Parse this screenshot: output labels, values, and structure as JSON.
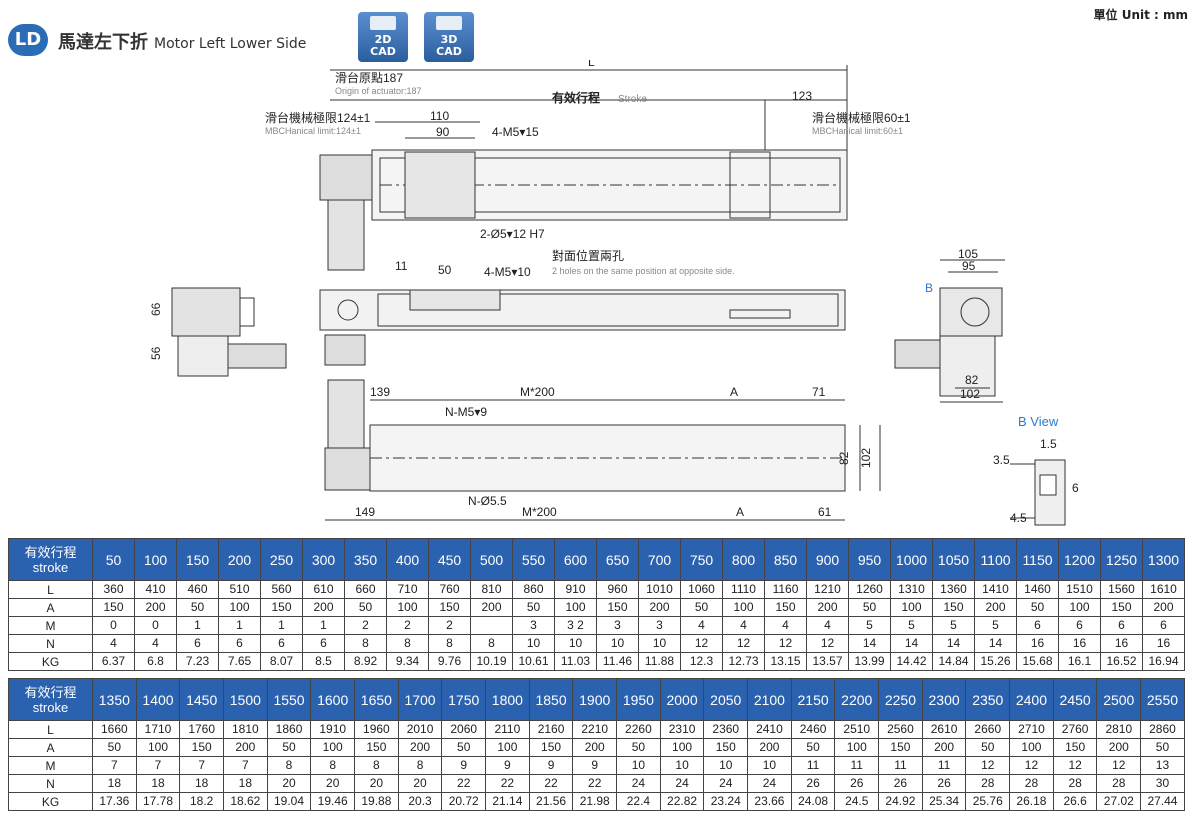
{
  "header": {
    "badge": "LD",
    "title_zh": "馬達左下折",
    "title_en": "Motor Left Lower Side",
    "cad2": [
      "2D",
      "CAD"
    ],
    "cad3": [
      "3D",
      "CAD"
    ],
    "unit": "單位 Unit : mm"
  },
  "drawing": {
    "L": "L",
    "origin_zh": "滑台原點187",
    "origin_en": "Origin of actuator:187",
    "stroke_zh": "有效行程",
    "stroke_en": "Stroke",
    "d123": "123",
    "mech_left_zh": "滑台機械極限124±1",
    "mech_left_en": "MBCHanical limit:124±1",
    "mech_right_zh": "滑台機械極限60±1",
    "mech_right_en": "MBCHanical limit:60±1",
    "d110": "110",
    "d90": "90",
    "m5x15": "4-M5▾15",
    "phi5": "2-Ø5▾12 H7",
    "opp_zh": "對面位置兩孔",
    "opp_en": "2 holes on the same position at opposite side.",
    "d11": "11",
    "d50": "50",
    "m5x10": "4-M5▾10",
    "d66": "66",
    "d56": "56",
    "d105": "105",
    "d95": "95",
    "b_label": "B",
    "d82": "82",
    "d102": "102",
    "d139": "139",
    "m200": "M*200",
    "a_label": "A",
    "d71": "71",
    "nm5": "N-M5▾9",
    "d82b": "82",
    "d102b": "102",
    "d149": "149",
    "nphi": "N-Ø5.5",
    "m200b": "M*200",
    "a_label_b": "A",
    "d61": "61",
    "bview": "B View",
    "d1_5": "1.5",
    "d3_5": "3.5",
    "d6": "6",
    "d4_5": "4.5"
  },
  "table1": {
    "header_zh": "有效行程",
    "header_en": "stroke",
    "strokes": [
      "50",
      "100",
      "150",
      "200",
      "250",
      "300",
      "350",
      "400",
      "450",
      "500",
      "550",
      "600",
      "650",
      "700",
      "750",
      "800",
      "850",
      "900",
      "950",
      "1000",
      "1050",
      "1100",
      "1150",
      "1200",
      "1250",
      "1300"
    ],
    "rows": [
      {
        "label": "L",
        "values": [
          "360",
          "410",
          "460",
          "510",
          "560",
          "610",
          "660",
          "710",
          "760",
          "810",
          "860",
          "910",
          "960",
          "1010",
          "1060",
          "1110",
          "1160",
          "1210",
          "1260",
          "1310",
          "1360",
          "1410",
          "1460",
          "1510",
          "1560",
          "1610"
        ]
      },
      {
        "label": "A",
        "values": [
          "150",
          "200",
          "50",
          "100",
          "150",
          "200",
          "50",
          "100",
          "150",
          "200",
          "50",
          "100",
          "150",
          "200",
          "50",
          "100",
          "150",
          "200",
          "50",
          "100",
          "150",
          "200",
          "50",
          "100",
          "150",
          "200"
        ]
      },
      {
        "label": "M",
        "values": [
          "0",
          "0",
          "1",
          "1",
          "1",
          "1",
          "2",
          "2",
          "2",
          "",
          "3",
          "3 2",
          "3",
          "3",
          "4",
          "4",
          "4",
          "4",
          "5",
          "5",
          "5",
          "5",
          "6",
          "6",
          "6",
          "6"
        ]
      },
      {
        "label": "N",
        "values": [
          "4",
          "4",
          "6",
          "6",
          "6",
          "6",
          "8",
          "8",
          "8",
          "8",
          "10",
          "10",
          "10",
          "10",
          "12",
          "12",
          "12",
          "12",
          "14",
          "14",
          "14",
          "14",
          "16",
          "16",
          "16",
          "16"
        ]
      },
      {
        "label": "KG",
        "values": [
          "6.37",
          "6.8",
          "7.23",
          "7.65",
          "8.07",
          "8.5",
          "8.92",
          "9.34",
          "9.76",
          "10.19",
          "10.61",
          "11.03",
          "11.46",
          "11.88",
          "12.3",
          "12.73",
          "13.15",
          "13.57",
          "13.99",
          "14.42",
          "14.84",
          "15.26",
          "15.68",
          "16.1",
          "16.52",
          "16.94"
        ]
      }
    ]
  },
  "table2": {
    "header_zh": "有效行程",
    "header_en": "stroke",
    "strokes": [
      "1350",
      "1400",
      "1450",
      "1500",
      "1550",
      "1600",
      "1650",
      "1700",
      "1750",
      "1800",
      "1850",
      "1900",
      "1950",
      "2000",
      "2050",
      "2100",
      "2150",
      "2200",
      "2250",
      "2300",
      "2350",
      "2400",
      "2450",
      "2500",
      "2550"
    ],
    "rows": [
      {
        "label": "L",
        "values": [
          "1660",
          "1710",
          "1760",
          "1810",
          "1860",
          "1910",
          "1960",
          "2010",
          "2060",
          "2110",
          "2160",
          "2210",
          "2260",
          "2310",
          "2360",
          "2410",
          "2460",
          "2510",
          "2560",
          "2610",
          "2660",
          "2710",
          "2760",
          "2810",
          "2860"
        ]
      },
      {
        "label": "A",
        "values": [
          "50",
          "100",
          "150",
          "200",
          "50",
          "100",
          "150",
          "200",
          "50",
          "100",
          "150",
          "200",
          "50",
          "100",
          "150",
          "200",
          "50",
          "100",
          "150",
          "200",
          "50",
          "100",
          "150",
          "200",
          "50"
        ]
      },
      {
        "label": "M",
        "values": [
          "7",
          "7",
          "7",
          "7",
          "8",
          "8",
          "8",
          "8",
          "9",
          "9",
          "9",
          "9",
          "10",
          "10",
          "10",
          "10",
          "11",
          "11",
          "11",
          "11",
          "12",
          "12",
          "12",
          "12",
          "13"
        ]
      },
      {
        "label": "N",
        "values": [
          "18",
          "18",
          "18",
          "18",
          "20",
          "20",
          "20",
          "20",
          "22",
          "22",
          "22",
          "22",
          "24",
          "24",
          "24",
          "24",
          "26",
          "26",
          "26",
          "26",
          "28",
          "28",
          "28",
          "28",
          "30"
        ]
      },
      {
        "label": "KG",
        "values": [
          "17.36",
          "17.78",
          "18.2",
          "18.62",
          "19.04",
          "19.46",
          "19.88",
          "20.3",
          "20.72",
          "21.14",
          "21.56",
          "21.98",
          "22.4",
          "22.82",
          "23.24",
          "23.66",
          "24.08",
          "24.5",
          "24.92",
          "25.34",
          "25.76",
          "26.18",
          "26.6",
          "27.02",
          "27.44"
        ]
      }
    ]
  }
}
